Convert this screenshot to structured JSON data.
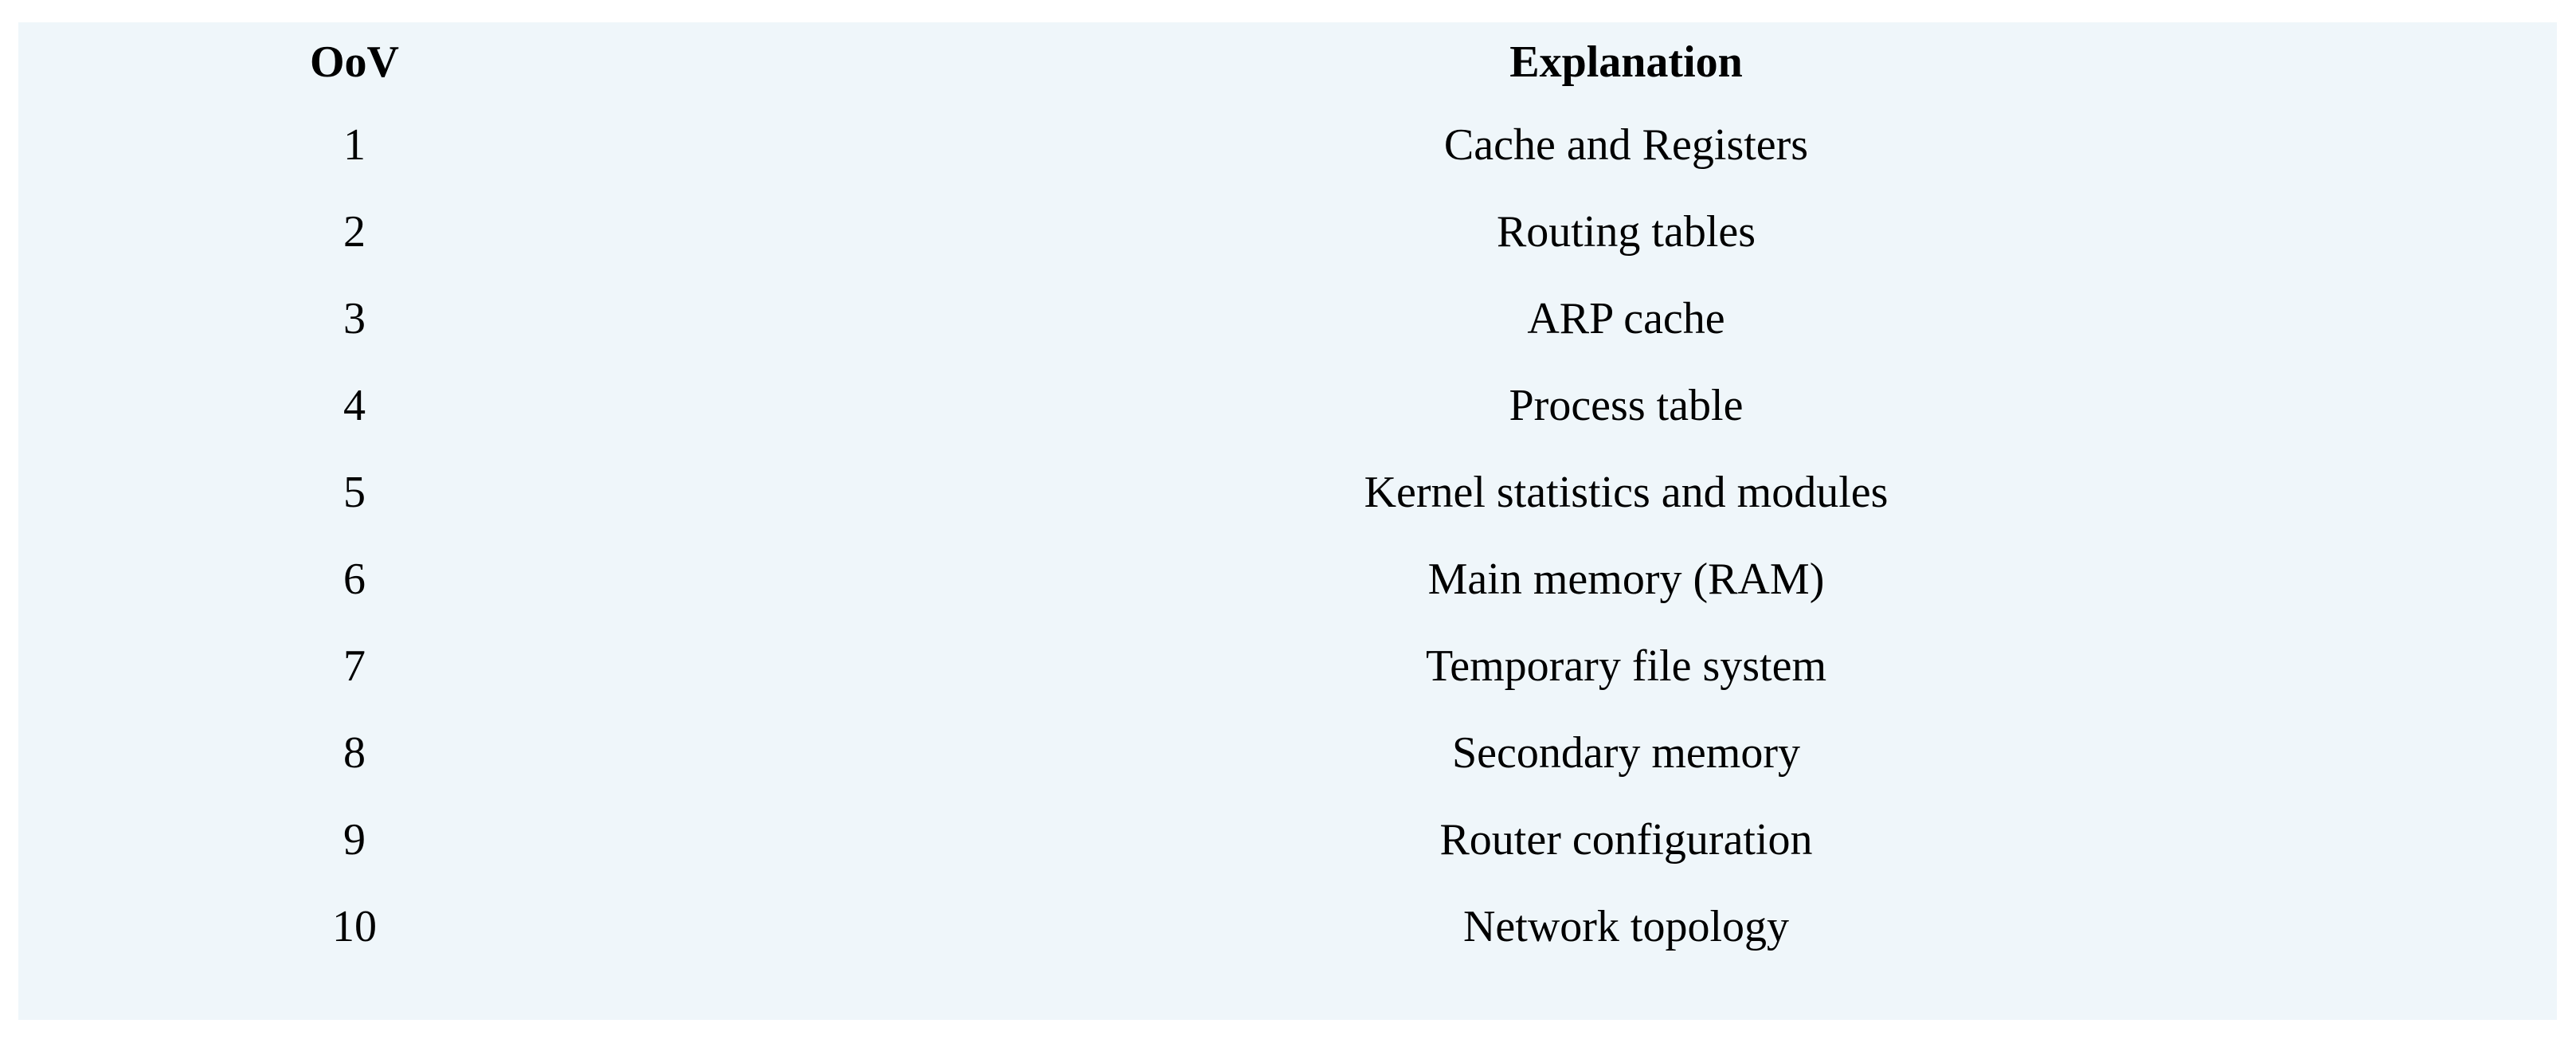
{
  "table": {
    "columns": [
      {
        "key": "oov",
        "header": "OoV"
      },
      {
        "key": "explanation",
        "header": "Explanation"
      }
    ],
    "rows": [
      {
        "oov": "1",
        "explanation": "Cache and Registers"
      },
      {
        "oov": "2",
        "explanation": "Routing tables"
      },
      {
        "oov": "3",
        "explanation": "ARP cache"
      },
      {
        "oov": "4",
        "explanation": "Process table"
      },
      {
        "oov": "5",
        "explanation": "Kernel statistics and modules"
      },
      {
        "oov": "6",
        "explanation": "Main memory (RAM)"
      },
      {
        "oov": "7",
        "explanation": "Temporary file system"
      },
      {
        "oov": "8",
        "explanation": "Secondary memory"
      },
      {
        "oov": "9",
        "explanation": "Router configuration"
      },
      {
        "oov": "10",
        "explanation": "Network topology"
      }
    ]
  },
  "style": {
    "panel_background": "#eff6fa",
    "page_background": "#ffffff",
    "text_color": "#000000"
  }
}
